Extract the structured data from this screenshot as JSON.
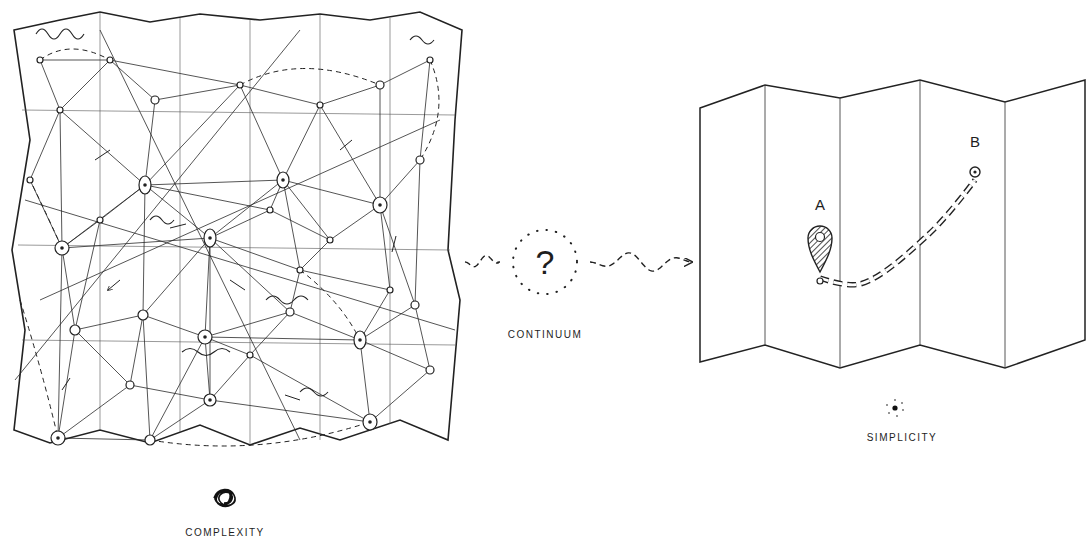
{
  "diagram": {
    "nodes": [
      {
        "text": [
          "COMPLEXITY"
        ]
      },
      {
        "text": [
          "?",
          "CONTINUUM"
        ]
      },
      {
        "text": [
          "SIMPLICITY"
        ]
      },
      {
        "text": [
          "A"
        ],
        "in": 2
      },
      {
        "text": [
          "B"
        ],
        "in": 2
      }
    ],
    "edges": [
      {
        "from": 0,
        "to": 1,
        "arrow": "none"
      },
      {
        "from": 1,
        "to": 2,
        "arrow": "to"
      },
      {
        "from": 3,
        "to": 4,
        "arrow": "none"
      }
    ]
  }
}
